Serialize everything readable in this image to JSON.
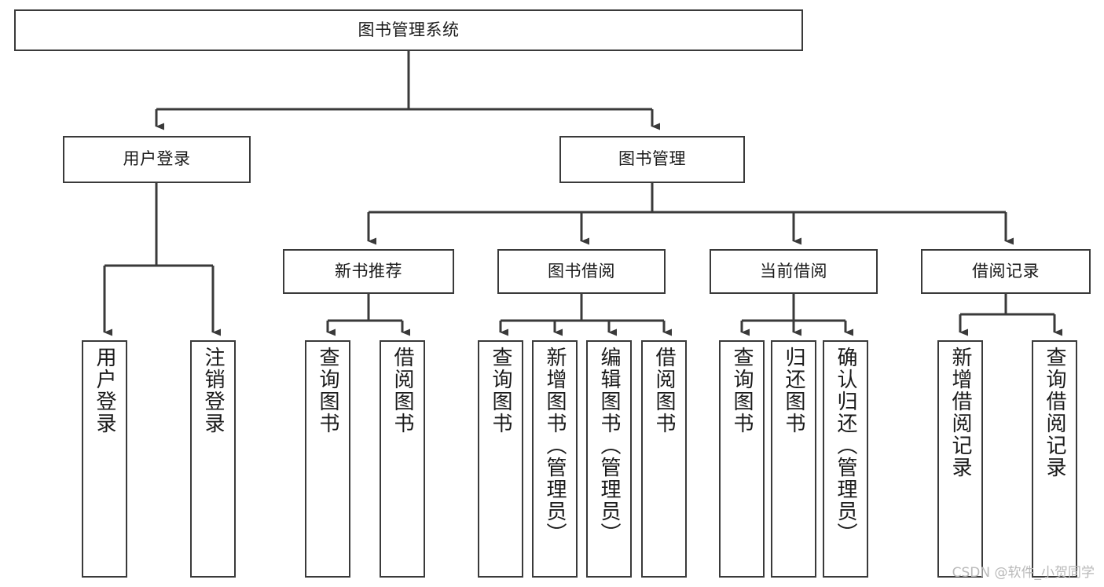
{
  "diagram": {
    "type": "tree",
    "title": "图书管理系统",
    "watermark": "CSDN @软件_小贺同学",
    "colors": {
      "stroke": "#3a3a3a",
      "background": "#ffffff",
      "text": "#1a1a1a",
      "watermark": "#b9b9b9"
    },
    "nodes": {
      "root": "图书管理系统",
      "user_login": "用户登录",
      "book_manage": "图书管理",
      "new_book_rec": "新书推荐",
      "book_borrow": "图书借阅",
      "current_borrow": "当前借阅",
      "borrow_record": "借阅记录",
      "leaf_user_login": "用户登录",
      "leaf_logout": "注销登录",
      "leaf_query_book_1": "查询图书",
      "leaf_borrow_book_1": "借阅图书",
      "leaf_query_book_2": "查询图书",
      "leaf_add_book": "新增图书（管理员）",
      "leaf_edit_book": "编辑图书（管理员）",
      "leaf_borrow_book_2": "借阅图书",
      "leaf_query_book_3": "查询图书",
      "leaf_return_book": "归还图书",
      "leaf_confirm_return": "确认归还（管理员）",
      "leaf_add_record": "新增借阅记录",
      "leaf_query_record": "查询借阅记录"
    }
  }
}
